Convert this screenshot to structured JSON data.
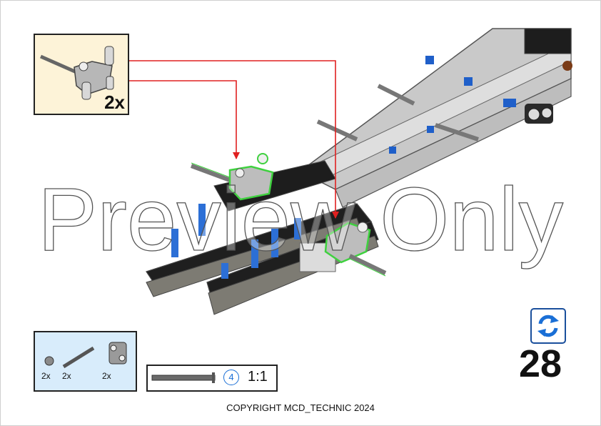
{
  "callout": {
    "quantity": "2x"
  },
  "parts_list": [
    {
      "name": "bushing",
      "quantity": "2x",
      "color": "#8a8a8a"
    },
    {
      "name": "axle",
      "quantity": "2x",
      "color": "#555555"
    },
    {
      "name": "cross-connector",
      "quantity": "2x",
      "color": "#9a9a9a"
    }
  ],
  "axle_callout": {
    "length": "4",
    "scale": "1:1"
  },
  "step": {
    "number": "28"
  },
  "watermark": "Preview Only",
  "copyright": "COPYRIGHT MCD_TECHNIC 2024",
  "colors": {
    "arrow": "#e02020",
    "highlight": "#3fd13f",
    "accent_blue": "#1a6fd6",
    "callout_bg": "#fdf3d8",
    "parts_bg": "#d8ecfb"
  }
}
